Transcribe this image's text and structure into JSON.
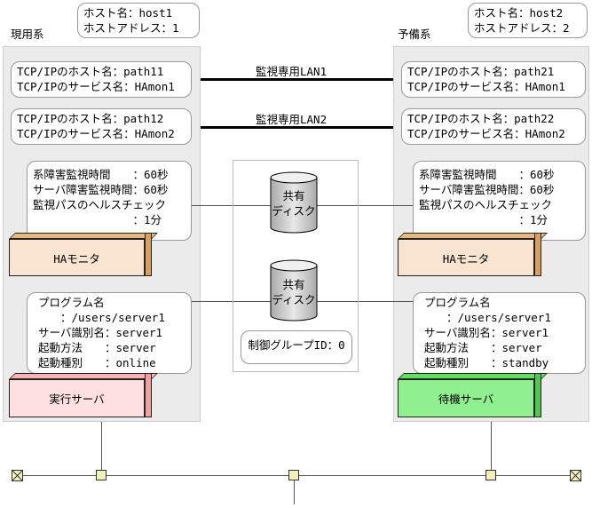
{
  "active_system": {
    "title": "現用系",
    "host": "ホスト名：host1\nホストアドレス：1",
    "path1": "TCP/IPのホスト名：path11\nTCP/IPのサービス名：HAmon1",
    "path2": "TCP/IPのホスト名：path12\nTCP/IPのサービス名：HAmon2",
    "monitor_settings": "系障害監視時間　　：60秒\nサーバ障害監視時間：60秒\n監視パスのヘルスチェック\n　　　　　　　　　：1分",
    "ha_monitor": "HAモニタ",
    "program": "プログラム名\n　　：/users/server1\nサーバ識別名：server1\n起動方法　　：server\n起動種別　　：online",
    "server": "実行サーバ",
    "server_color": "#ffe0e0"
  },
  "standby_system": {
    "title": "予備系",
    "host": "ホスト名：host2\nホストアドレス：2",
    "path1": "TCP/IPのホスト名：path21\nTCP/IPのサービス名：HAmon1",
    "path2": "TCP/IPのホスト名：path22\nTCP/IPのサービス名：HAmon2",
    "monitor_settings": "系障害監視時間　　：60秒\nサーバ障害監視時間：60秒\n監視パスのヘルスチェック\n　　　　　　　　　：1分",
    "ha_monitor": "HAモニタ",
    "program": "プログラム名\n　　：/users/server1\nサーバ識別名：server1\n起動方法　　：server\n起動種別　　：standby",
    "server": "待機サーバ",
    "server_color": "#90f090"
  },
  "lan1": "監視専用LAN1",
  "lan2": "監視専用LAN2",
  "shared_disk_1": "共有\nディスク",
  "shared_disk_2": "共有\nディスク",
  "control_group": "制御グループID：0",
  "ha_monitor_color": "#f8e4d0"
}
